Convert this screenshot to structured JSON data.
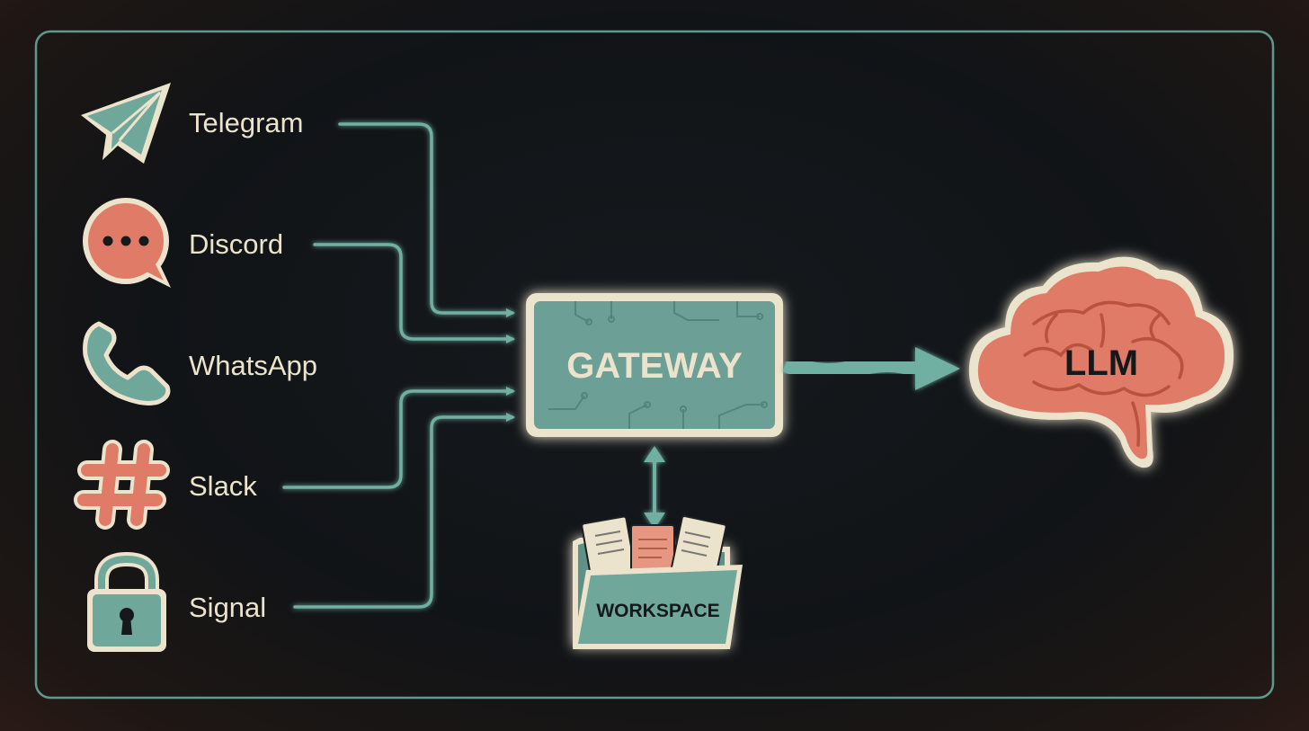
{
  "diagram": {
    "sources": [
      {
        "label": "Telegram",
        "icon": "paper-plane-icon"
      },
      {
        "label": "Discord",
        "icon": "chat-bubble-icon"
      },
      {
        "label": "WhatsApp",
        "icon": "phone-icon"
      },
      {
        "label": "Slack",
        "icon": "hash-icon"
      },
      {
        "label": "Signal",
        "icon": "padlock-icon"
      }
    ],
    "gateway": {
      "label": "GATEWAY"
    },
    "workspace": {
      "label": "WORKSPACE"
    },
    "llm": {
      "label": "LLM",
      "icon": "brain-cloud-icon"
    },
    "colors": {
      "teal": "#6fa89b",
      "coral": "#e07b67",
      "cream": "#ece3cc",
      "background": "#121518"
    }
  }
}
